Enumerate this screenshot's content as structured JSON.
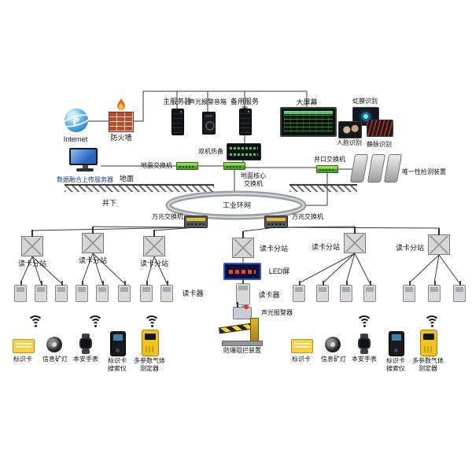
{
  "labels": {
    "internet": "Internet",
    "internet_e": "e",
    "firewall": "防火墙",
    "main_server": "主服务器",
    "audio_alarm_speaker": "声光报警音箱",
    "backup_server": "备用服务器",
    "dual_hot_standby": "双机热备",
    "big_screen": "大屏幕",
    "iris_recognition": "虹膜识别",
    "face_recognition": "人脸识别",
    "vein_recognition": "静脉识别",
    "data_fusion_upload_server": "数据融合上传服务器",
    "ground_switch": "地面交换机",
    "ground_core_switch": "地面核心\n交换机",
    "wellhead_switch": "井口交换机",
    "uniqueness_detector": "唯一性检测装置",
    "ground": "地面",
    "underground": "井下",
    "industrial_ring": "工业环网",
    "ten_gig_switch": "万兆交换机",
    "card_substation": "读卡分站",
    "card_reader": "读卡器",
    "led_screen": "LED屏",
    "sound_light_alarm": "声光报警器",
    "explosion_barrier": "防爆阻拦装置",
    "id_card": "标识卡",
    "info_miner_lamp": "信息矿灯",
    "intrinsically_safe_watch": "本安手表",
    "card_searcher": "标识卡\n搜索仪",
    "multi_gas_detector": "多参数气体\n测定器"
  },
  "colors": {
    "accent_green": "#4f9c28",
    "accent_yellow": "#e7bd2b",
    "led_blue": "#3355cc",
    "led_text_red": "#ff3b30",
    "screen_green": "#3cff78"
  }
}
